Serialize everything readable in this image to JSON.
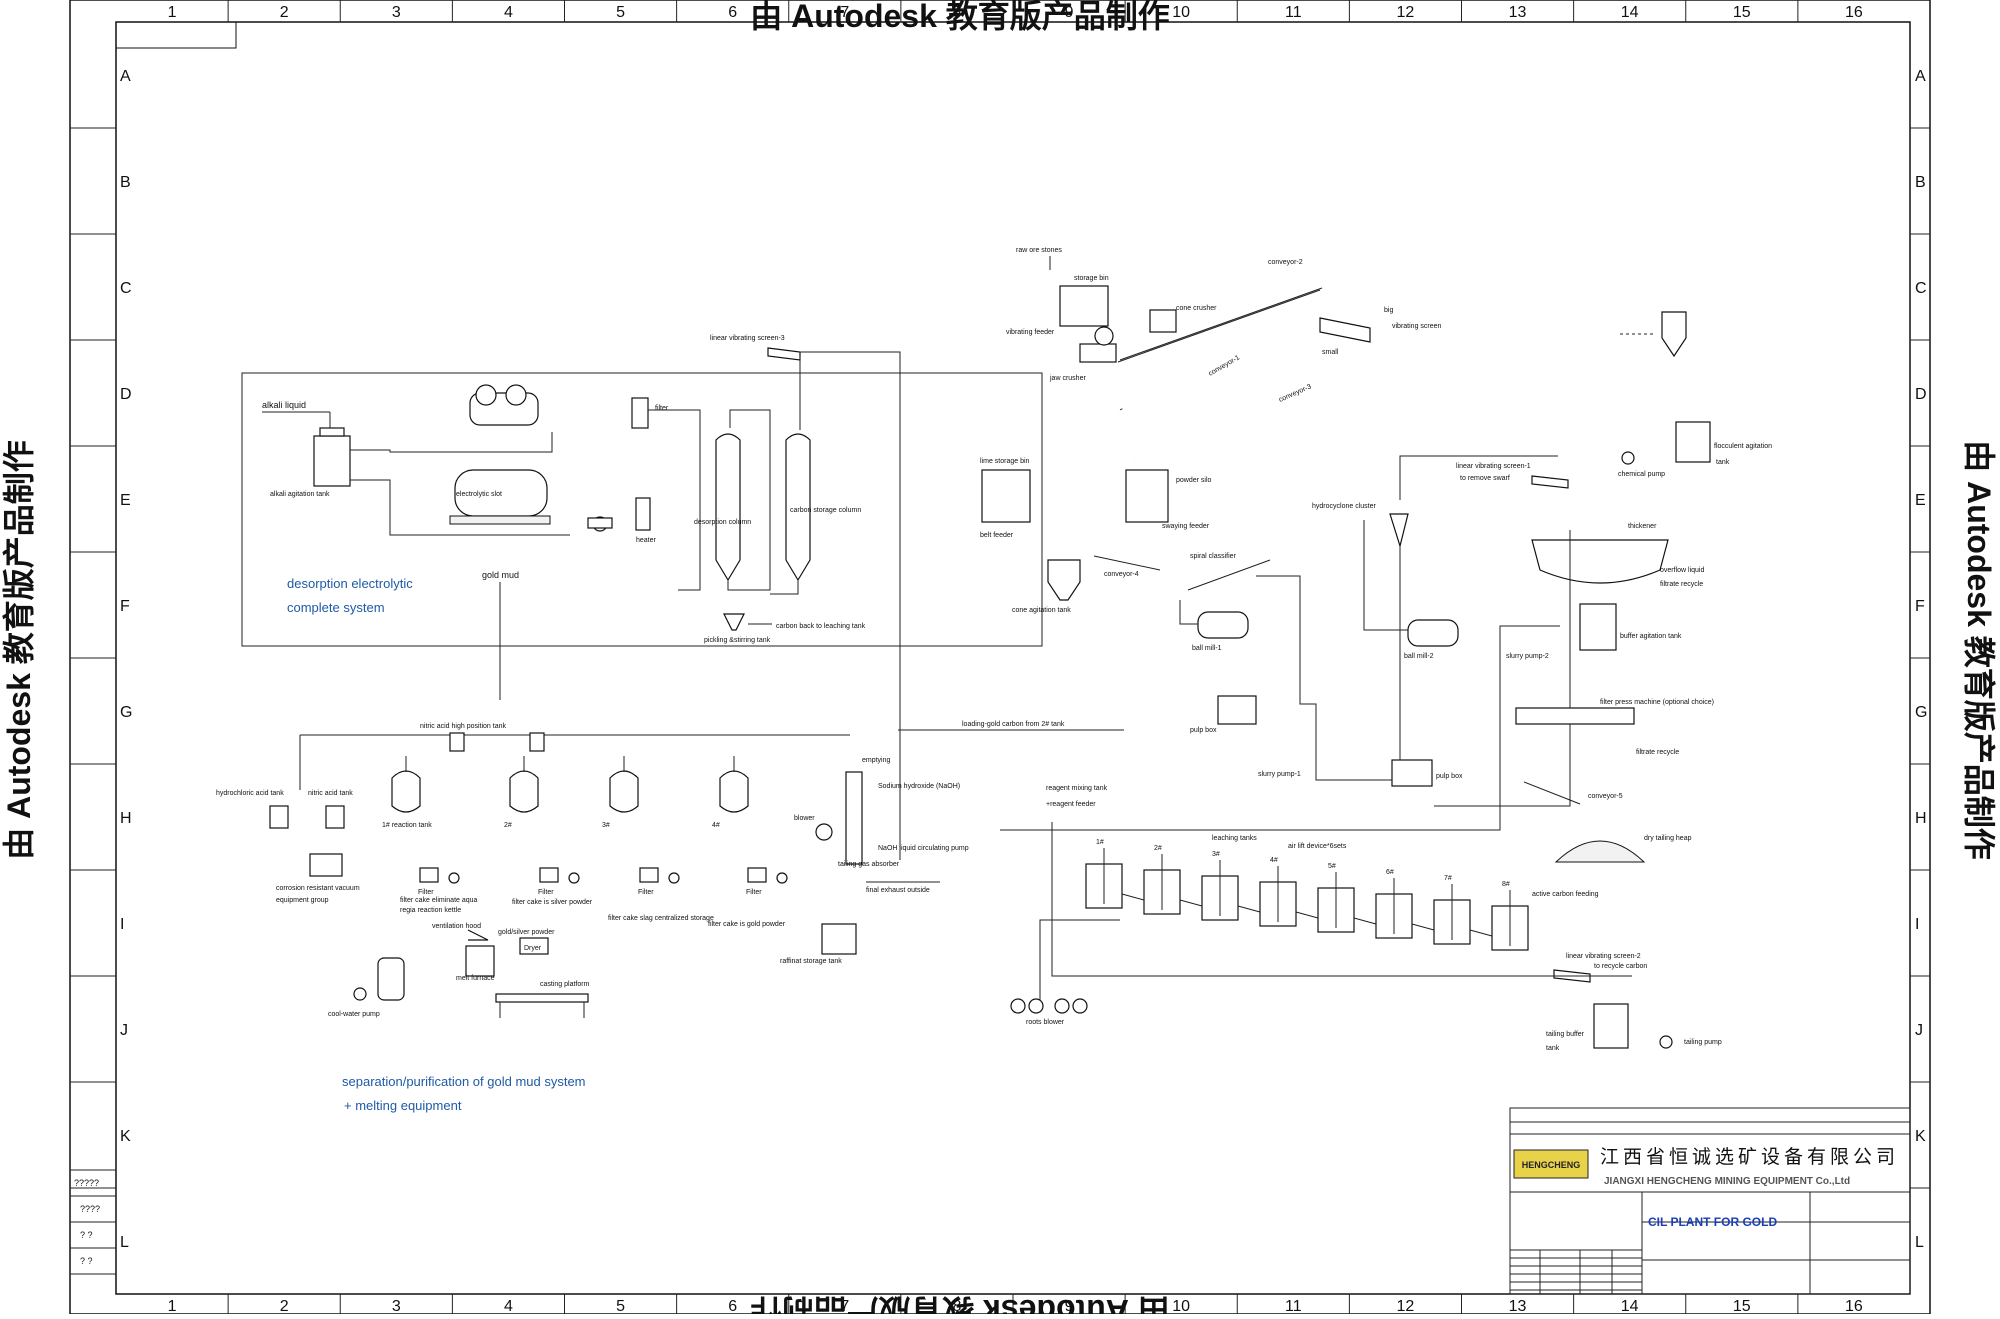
{
  "watermark": {
    "top": "由 Autodesk 教育版产品制作",
    "bottom": "由 Autodesk 教育版产品制作",
    "left": "由 Autodesk 教育版产品制作",
    "right": "由 Autodesk 教育版产品制作"
  },
  "grid": {
    "columns": [
      "1",
      "2",
      "3",
      "4",
      "5",
      "6",
      "7",
      "8",
      "9",
      "10",
      "11",
      "12",
      "13",
      "14",
      "15",
      "16"
    ],
    "rows": [
      "A",
      "B",
      "C",
      "D",
      "E",
      "F",
      "G",
      "H",
      "I",
      "J",
      "K",
      "L"
    ]
  },
  "revision_marks": [
    "?????",
    "????",
    "? ?",
    "? ?"
  ],
  "desorption_system": {
    "title_line1": "desorption electrolytic",
    "title_line2": "complete system",
    "labels": {
      "alkali_liquid": "alkali liquid",
      "alkali_tank": "alkali agitation tank",
      "electrolytic_slot": "electrolytic slot",
      "filter": "filter",
      "heater": "heater",
      "desorption_column": "desorption column",
      "carbon_storage_column": "carbon storage column",
      "carbon_back": "carbon back to leaching tank",
      "pickling": "pickling &stirring tank",
      "lvs3": "linear vibrating screen-3",
      "gold_mud": "gold mud"
    }
  },
  "gold_mud_system": {
    "title_line1": "separation/purification of gold mud system",
    "title_line2": "+ melting equipment",
    "labels": {
      "nitric_high": "nitric acid high position tank",
      "hcl_tank": "hydrochloric acid tank",
      "nitric_tank": "nitric acid tank",
      "reaction_tank": "1# reaction tank",
      "t2": "2#",
      "t3": "3#",
      "t4": "4#",
      "vacuum_group_1": "corrosion resistant vacuum",
      "vacuum_group_2": "equipment group",
      "filter": "Filter",
      "emptying": "emptying",
      "blower": "blower",
      "naoh": "Sodium hydroxide (NaOH)",
      "naoh_pump": "NaOH liquid circulating pump",
      "tail_gas": "tailing gas absorber",
      "final_exhaust": "final exhaust outside",
      "raffinate": "raffinat storage tank",
      "ventilation": "ventilation hood",
      "gold_silver": "gold/silver powder",
      "dryer": "Dryer",
      "melt_furnace": "melt furnace",
      "casting": "casting platform",
      "cool_pump": "cool-water pump",
      "cake1": "filter cake eliminate aqua",
      "cake1b": "regia reaction kettle",
      "cake2": "filter cake is silver powder",
      "cake3": "filter cake slag centralized storage",
      "cake4": "filter cake is gold powder"
    }
  },
  "crushing": {
    "raw_ore": "raw ore stones",
    "storage_bin": "storage bin",
    "vibrating_feeder": "vibrating feeder",
    "jaw_crusher": "jaw crusher",
    "cone_crusher": "cone crusher",
    "conveyor1": "conveyor-1",
    "conveyor2": "conveyor-2",
    "conveyor3": "conveyor-3",
    "big": "big",
    "small": "small",
    "vibrating_screen": "vibrating screen"
  },
  "grinding": {
    "lime_bin": "lime storage bin",
    "belt_feeder": "belt feeder",
    "powder_silo": "powder silo",
    "swaying_feeder": "swaying feeder",
    "conveyor4": "conveyor-4",
    "cone_tank": "cone agitation tank",
    "spiral": "spiral classifier",
    "ball1": "ball mill-1",
    "ball2": "ball mill-2",
    "pulp_box": "pulp box",
    "pulp_box2": "pulp box",
    "slurry1": "slurry pump-1",
    "slurry2": "slurry pump-2",
    "hydrocyclone": "hydrocyclone cluster",
    "lvs1a": "linear vibrating screen-1",
    "lvs1b": "to remove swarf",
    "chemical_pump": "chemical pump",
    "floc_tank": "flocculent agitation",
    "floc_tank2": "tank",
    "thickener": "thickener",
    "overflow": "overflow liquid",
    "filtrate": "filtrate recycle",
    "buffer_tank": "buffer agitation tank"
  },
  "leaching": {
    "loading": "loading-gold carbon from 2# tank",
    "reagent1": "reagent mixing tank",
    "reagent2": "+reagent feeder",
    "leaching_tanks": "leaching tanks",
    "air_lift": "air lift device*6sets",
    "active_carbon": "active carbon feeding",
    "lvs2a": "linear vibrating screen-2",
    "lvs2b": "to recycle carbon",
    "roots": "roots blower",
    "tailing_buffer1": "tailing buffer",
    "tailing_buffer2": "tank",
    "tailing_pump": "tailing pump",
    "tank_nums": [
      "1#",
      "2#",
      "3#",
      "4#",
      "5#",
      "6#",
      "7#",
      "8#"
    ],
    "filter_press": "filter press machine (optional choice)",
    "filtrate_recycle": "filtrate recycle",
    "conveyor5": "conveyor-5",
    "dry_tailing": "dry tailing heap"
  },
  "title_block": {
    "company_cn": "江西省恒诚选矿设备有限公司",
    "company_en": "JIANGXI HENGCHENG MINING EQUIPMENT Co.,Ltd",
    "logo_text": "HENGCHENG",
    "drawing_title": "CIL PLANT FOR GOLD",
    "accent_color": "#1a3db8"
  }
}
